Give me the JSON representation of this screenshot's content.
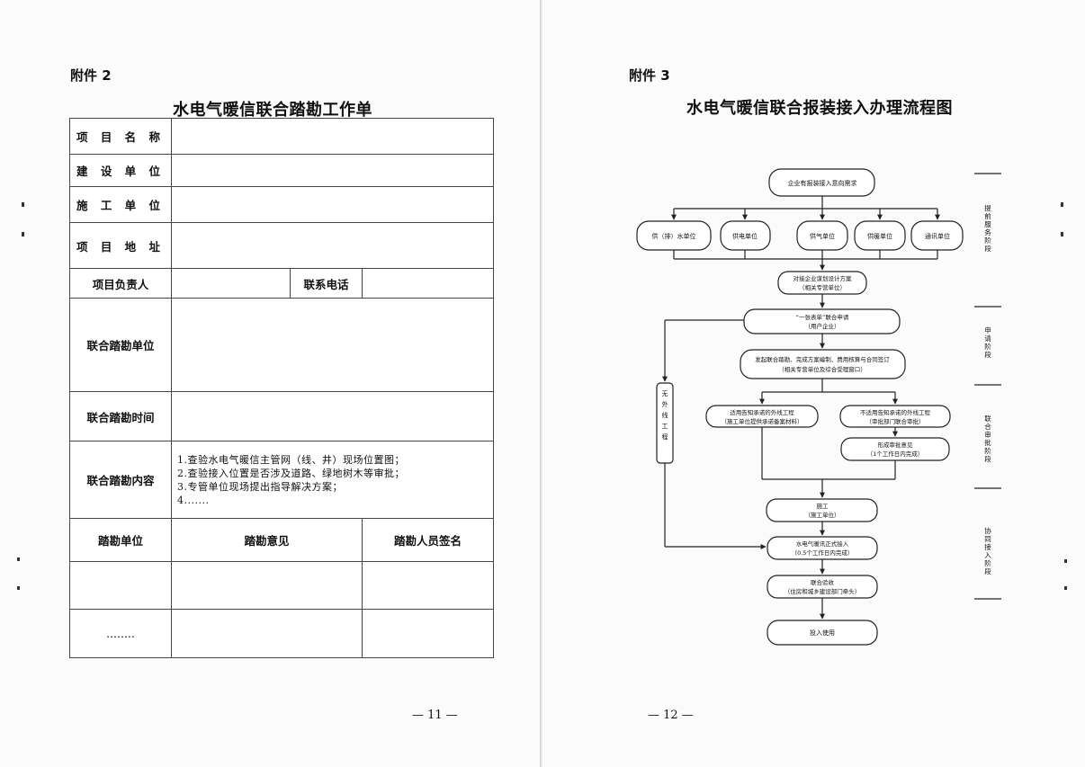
{
  "left": {
    "attachment": "附件 2",
    "title": "水电气暖信联合踏勘工作单",
    "table": {
      "project_name": "项 目 名 称",
      "builder": "建 设 单 位",
      "constructor": "施 工 单 位",
      "address": "项 目 地 址",
      "leader": "项目负责人",
      "phone": "联系电话",
      "survey_unit": "联合踏勘单位",
      "survey_time": "联合踏勘时间",
      "survey_content": "联合踏勘内容",
      "content_items": [
        "1.查验水电气暖信主管网（线、井）现场位置图；",
        "2.查验接入位置是否涉及道路、绿地树木等审批；",
        "3.专管单位现场提出指导解决方案；",
        "4......."
      ],
      "col_unit": "踏勘单位",
      "col_opinion": "踏勘意见",
      "col_signature": "踏勘人员签名",
      "ellipsis_row": "........"
    },
    "page_number": "— 11 —"
  },
  "right": {
    "attachment": "附件 3",
    "title": "水电气暖信联合报装接入办理流程图",
    "flow": {
      "start": "企业有报装接入意向需求",
      "utilities": [
        "供（排）水单位",
        "供电单位",
        "供气单位",
        "供暖单位",
        "通讯单位"
      ],
      "design_1": "对接企业谋划设计方案",
      "design_2": "（相关专营单位）",
      "apply_1": "“一张表单”联合申请",
      "apply_2": "（用户企业）",
      "survey_1": "发起联合踏勘、完成方案编制、费用核算与合同签订",
      "survey_2": "（相关专营单位及综合受理窗口）",
      "no_ext": [
        "无",
        "外",
        "线",
        "工",
        "程"
      ],
      "notify_1": "适用告知承诺的外线工程",
      "notify_2": "（施工单位提供承诺备案材料）",
      "nonotify_1": "不适用告知承诺的外线工程",
      "nonotify_2": "（审批部门联合审批）",
      "opinion_1": "形成审批意见",
      "opinion_2": "（1个工作日内完成）",
      "build_1": "施工",
      "build_2": "（施工单位）",
      "connect_1": "水电气暖讯正式接入",
      "connect_2": "（0.5个工作日内完成）",
      "accept_1": "联合验收",
      "accept_2": "（住房和城乡建设部门牵头）",
      "use": "投入使用"
    },
    "stages": [
      [
        "提",
        "前",
        "服",
        "务",
        "阶",
        "段"
      ],
      [
        "申",
        "请",
        "阶",
        "段"
      ],
      [
        "联",
        "合",
        "审",
        "批",
        "阶",
        "段"
      ],
      [
        "协",
        "同",
        "接",
        "入",
        "阶",
        "段"
      ]
    ],
    "page_number": "— 12 —"
  }
}
